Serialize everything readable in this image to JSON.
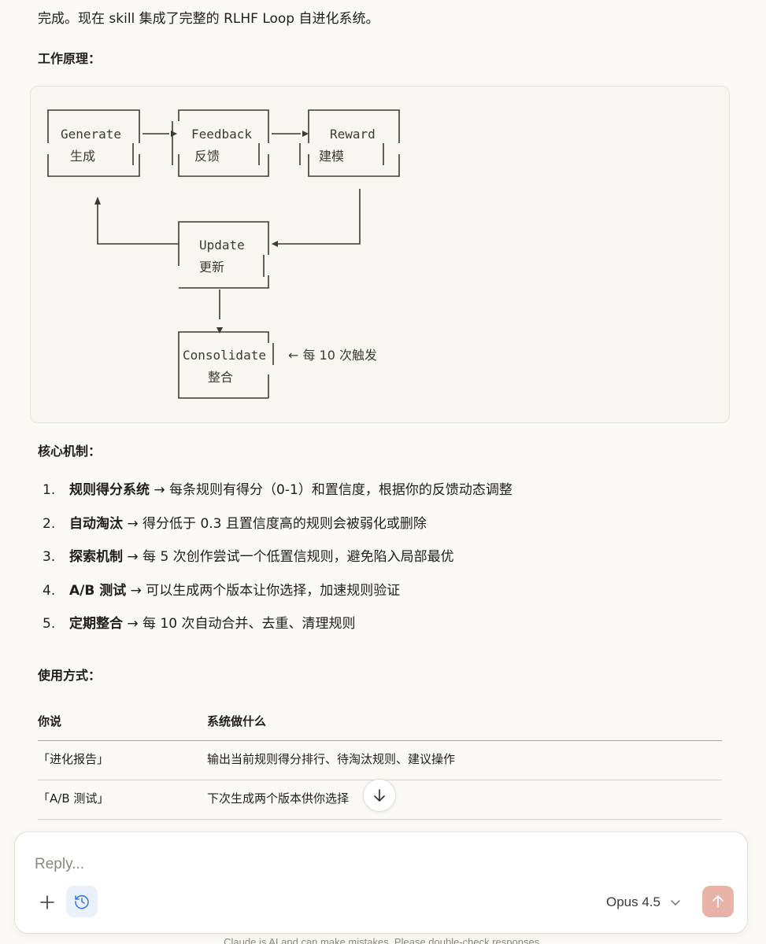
{
  "message": {
    "intro": "完成。现在 skill 集成了完整的 RLHF Loop 自进化系统。",
    "how_it_works_heading": "工作原理：",
    "diagram": {
      "generate_en": "Generate",
      "generate_zh": "生成",
      "feedback_en": "Feedback",
      "feedback_zh": "反馈",
      "reward_en": "Reward",
      "reward_zh": "建模",
      "update_en": "Update",
      "update_zh": "更新",
      "consolidate_en": "Consolidate",
      "consolidate_zh": "整合",
      "trigger_note": "← 每 10 次触发"
    },
    "mechanism_heading": "核心机制：",
    "mechanisms": [
      {
        "num": "1.",
        "title": "规则得分系统",
        "desc": " → 每条规则有得分（0-1）和置信度，根据你的反馈动态调整"
      },
      {
        "num": "2.",
        "title": "自动淘汰",
        "desc": " → 得分低于 0.3 且置信度高的规则会被弱化或删除"
      },
      {
        "num": "3.",
        "title": "探索机制",
        "desc": " → 每 5 次创作尝试一个低置信规则，避免陷入局部最优"
      },
      {
        "num": "4.",
        "title": "A/B 测试",
        "desc": " → 可以生成两个版本让你选择，加速规则验证"
      },
      {
        "num": "5.",
        "title": "定期整合",
        "desc": " → 每 10 次自动合并、去重、清理规则"
      }
    ],
    "usage_heading": "使用方式：",
    "table": {
      "headers": [
        "你说",
        "系统做什么"
      ],
      "rows": [
        [
          "「进化报告」",
          "输出当前规则得分排行、待淘汰规则、建议操作"
        ],
        [
          "「A/B 测试」",
          "下次生成两个版本供你选择"
        ]
      ]
    }
  },
  "composer": {
    "placeholder": "Reply...",
    "model": "Opus 4.5"
  },
  "footer_note": "Claude is AI and can make mistakes. Please double-check responses.",
  "colors": {
    "background": "#faf9f5",
    "send_button": "#e8b3a6",
    "history_button_bg": "#eaf1fb",
    "history_icon": "#3b7dd8"
  },
  "icons": {
    "scroll_down": "arrow-down-icon",
    "add": "plus-icon",
    "history": "clock-history-icon",
    "model_chevron": "chevron-down-icon",
    "send": "arrow-up-icon"
  }
}
